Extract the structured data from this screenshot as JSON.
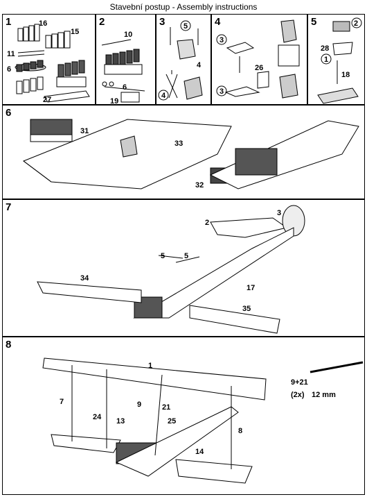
{
  "title": "Stavební postup - Assembly instructions",
  "steps": [
    {
      "number": "1",
      "parts": [
        "16",
        "15",
        "11",
        "6",
        "27"
      ]
    },
    {
      "number": "2",
      "parts": [
        "10",
        "6",
        "19"
      ]
    },
    {
      "number": "3",
      "parts": [
        "5",
        "4",
        "4"
      ]
    },
    {
      "number": "4",
      "parts": [
        "3",
        "26",
        "3"
      ]
    },
    {
      "number": "5",
      "parts": [
        "2",
        "28",
        "1",
        "18"
      ]
    },
    {
      "number": "6",
      "parts": [
        "31",
        "33",
        "32"
      ]
    },
    {
      "number": "7",
      "parts": [
        "3",
        "2",
        "5",
        "5",
        "34",
        "17",
        "35"
      ]
    },
    {
      "number": "8",
      "parts": [
        "1",
        "7",
        "9",
        "21",
        "24",
        "13",
        "25",
        "8",
        "14"
      ]
    }
  ],
  "detail": {
    "part": "9+21",
    "qty": "(2x)",
    "length": "12 mm"
  }
}
